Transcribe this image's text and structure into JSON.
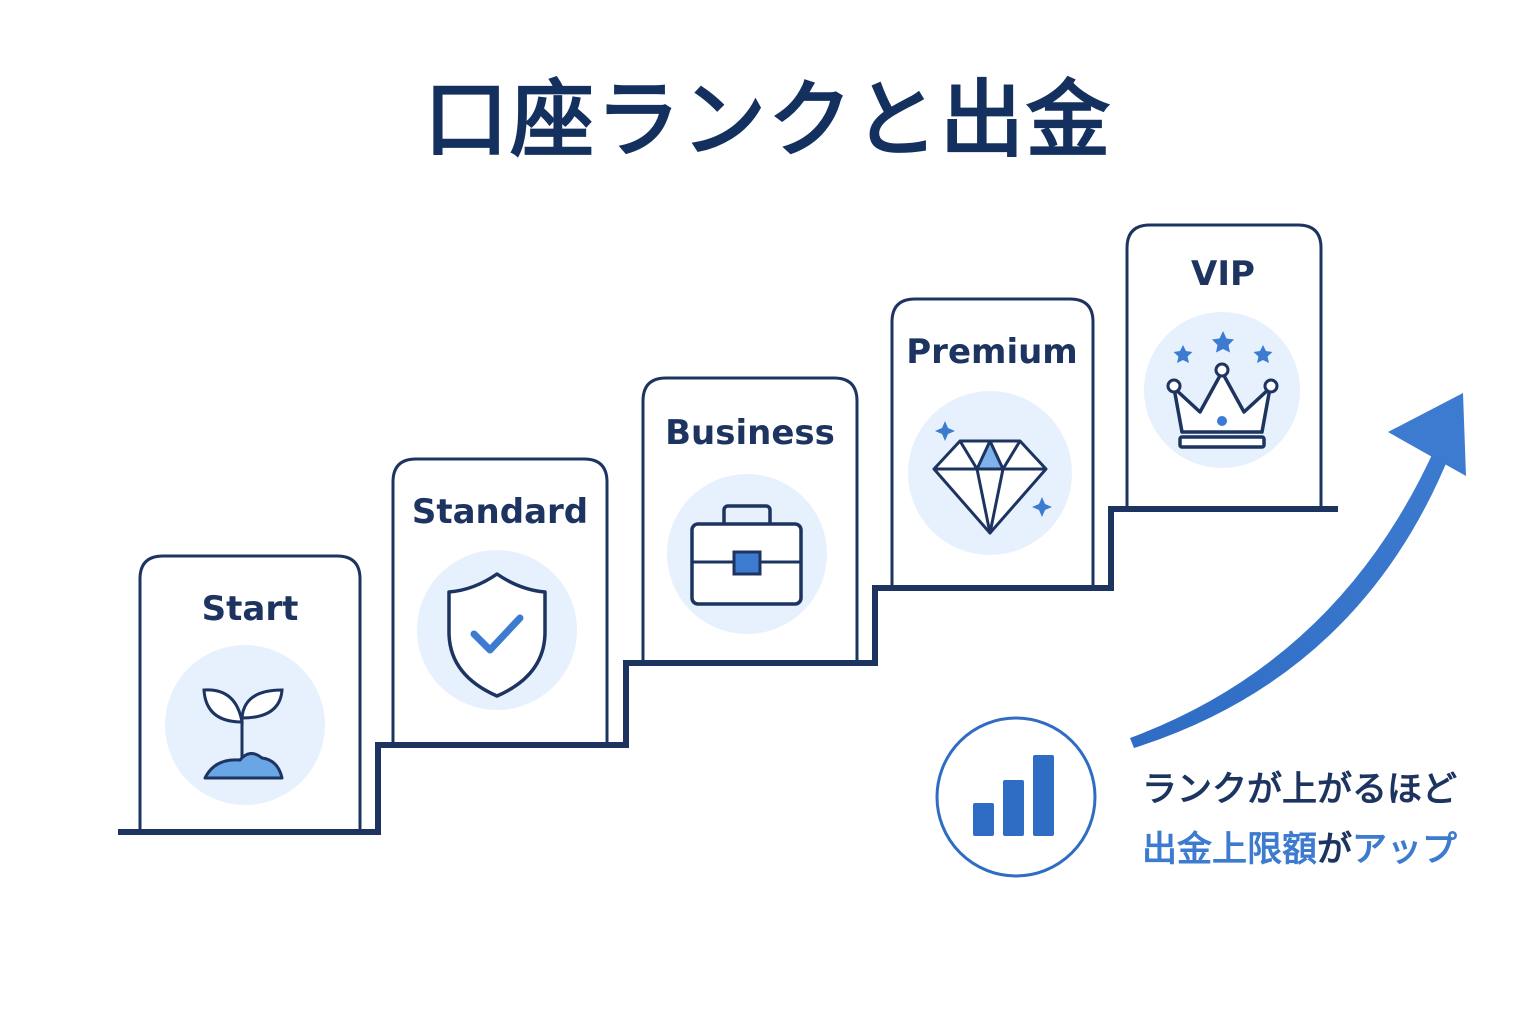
{
  "title": "口座ランクと出金",
  "colors": {
    "navy": "#1d3461",
    "blue": "#3d7bd0",
    "light_blue_bg": "#e6f1fd"
  },
  "ranks": [
    {
      "label": "Start",
      "icon": "sprout-icon"
    },
    {
      "label": "Standard",
      "icon": "shield-check-icon"
    },
    {
      "label": "Business",
      "icon": "briefcase-icon"
    },
    {
      "label": "Premium",
      "icon": "diamond-icon"
    },
    {
      "label": "VIP",
      "icon": "crown-icon"
    }
  ],
  "caption": {
    "line1": "ランクが上がるほど",
    "line2_blue": "出金上限額",
    "line2_dark": "が",
    "line2_blue_end": "アップ"
  },
  "badge_icon": "bar-chart-icon",
  "arrow_icon": "up-arrow-icon"
}
